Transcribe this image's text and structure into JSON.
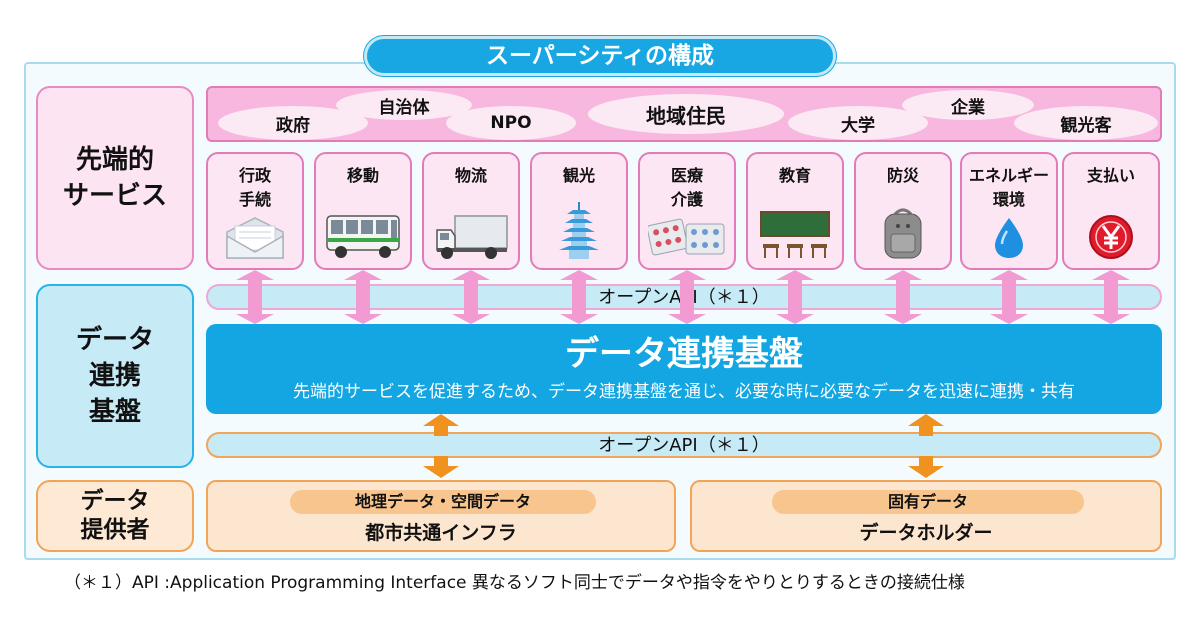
{
  "title": "スーパーシティの構成",
  "layers": {
    "services_label": "先端的\nサービス",
    "platform_label": "データ\n連携\n基盤",
    "providers_label": "データ\n提供者"
  },
  "stakeholders": [
    "政府",
    "自治体",
    "NPO",
    "地域住民",
    "大学",
    "企業",
    "観光客"
  ],
  "services": [
    {
      "label": "行政\n手続",
      "icon": "envelope-icon"
    },
    {
      "label": "移動",
      "icon": "bus-icon"
    },
    {
      "label": "物流",
      "icon": "truck-icon"
    },
    {
      "label": "観光",
      "icon": "pagoda-icon"
    },
    {
      "label": "医療\n介護",
      "icon": "pill-pack-icon"
    },
    {
      "label": "教育",
      "icon": "blackboard-icon"
    },
    {
      "label": "防災",
      "icon": "backpack-icon"
    },
    {
      "label": "エネルギー\n環境",
      "icon": "water-drop-icon"
    },
    {
      "label": "支払い",
      "icon": "yen-coin-icon"
    }
  ],
  "api_label": "オープンAPI（＊１）",
  "platform": {
    "title": "データ連携基盤",
    "subtitle": "先端的サービスを促進するため、データ連携基盤を通じ、必要な時に必要なデータを迅速に連携・共有"
  },
  "providers": [
    {
      "tag": "地理データ・空間データ",
      "name": "都市共通インフラ"
    },
    {
      "tag": "固有データ",
      "name": "データホルダー"
    }
  ],
  "footnote": "（＊１）API :Application Programming Interface  異なるソフト同士でデータや指令をやりとりするときの接続仕様",
  "colors": {
    "blue": "#13a6e2",
    "pink_border": "#e37bb9",
    "pink_arrow": "#f29ad2",
    "orange_border": "#f2a457",
    "orange_arrow": "#f0921f"
  }
}
